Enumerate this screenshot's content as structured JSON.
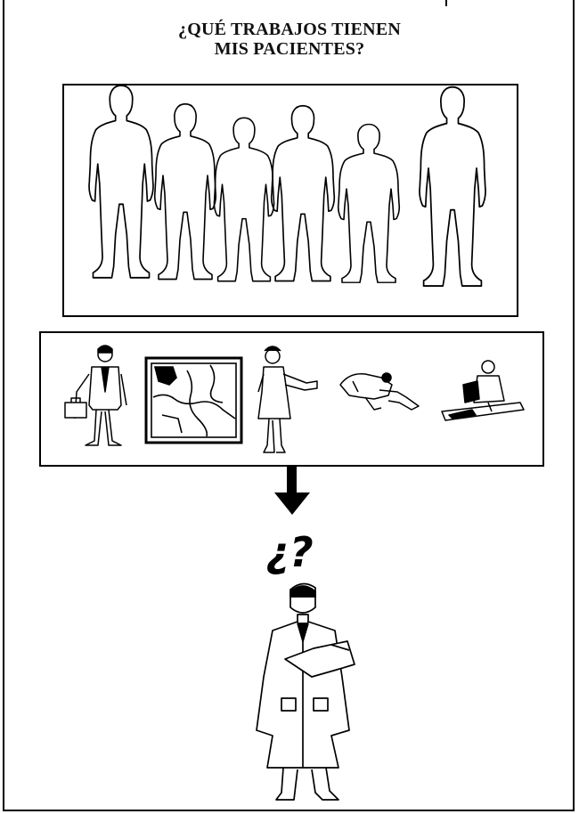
{
  "title": {
    "line1": "¿QUÉ TRABAJOS TIENEN",
    "line2": "MIS PACIENTES?"
  },
  "question_mark": "¿?",
  "silhouettes": {
    "count": 6
  },
  "occupations": [
    "businessman-icon",
    "map-icon",
    "nurse-icon",
    "mechanic-icon",
    "office-worker-icon"
  ],
  "doctor": "doctor-icon"
}
